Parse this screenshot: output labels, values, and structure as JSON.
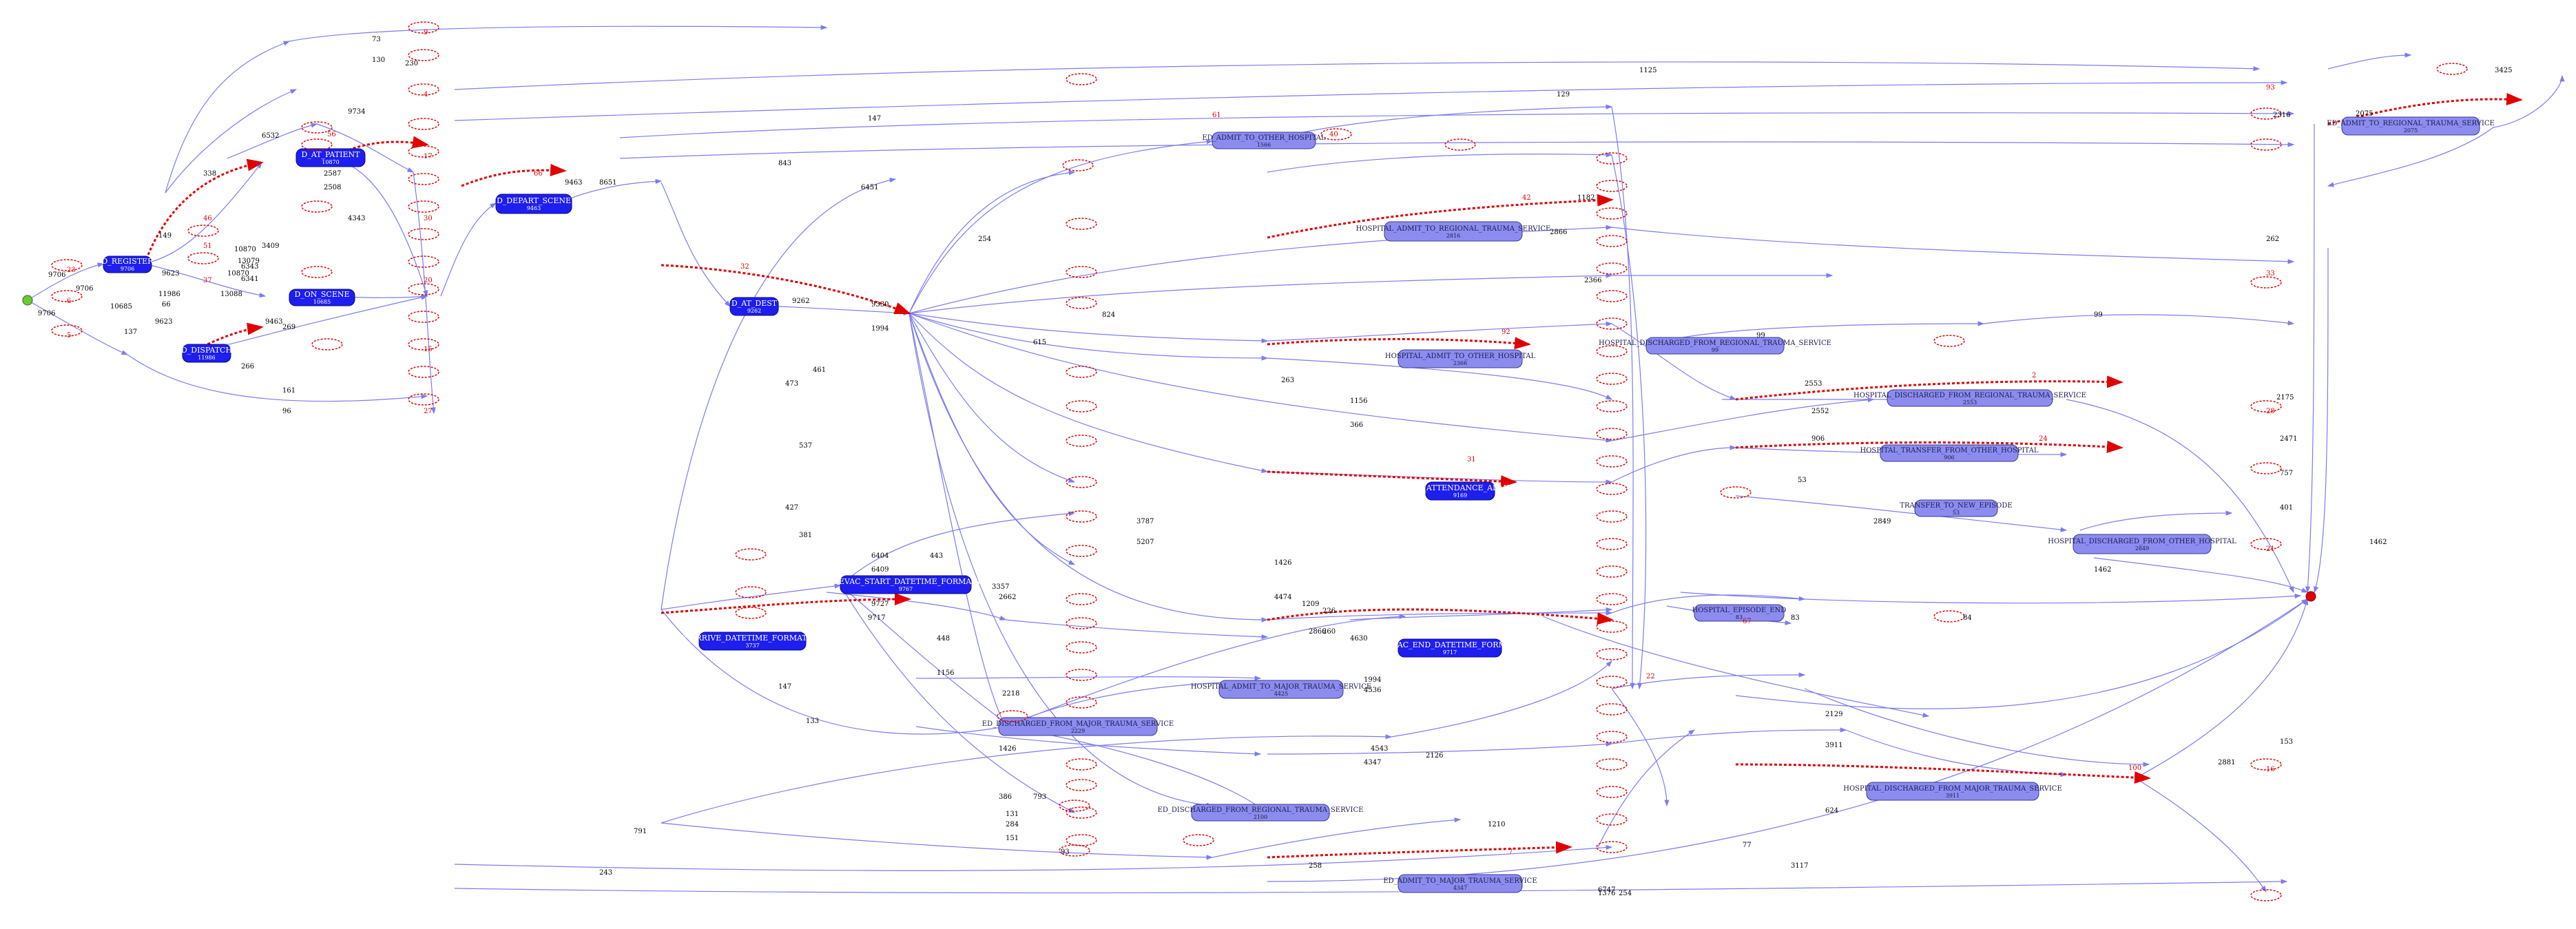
{
  "colors": {
    "primary_node": "#1e1ef0",
    "secondary_node": "#8c8cf0",
    "edge_blue": "#7c7cf0",
    "edge_red": "#e00000",
    "start": "#66cc33",
    "end": "#e00000"
  },
  "nodes_primary": [
    {
      "id": "n1",
      "label": "D_REGISTER",
      "value": "9706"
    },
    {
      "id": "n2",
      "label": "D_AT_PATIENT",
      "value": "10870"
    },
    {
      "id": "n3",
      "label": "D_ON_SCENE",
      "value": "10685"
    },
    {
      "id": "n4",
      "label": "D_DISPATCH",
      "value": "11986"
    },
    {
      "id": "n5",
      "label": "D_DEPART_SCENE",
      "value": "9463"
    },
    {
      "id": "n6",
      "label": "D_AT_DEST",
      "value": "9262"
    },
    {
      "id": "n7",
      "label": "DISEVAC_START_DATETIME_FORMATTE",
      "value": "9767"
    },
    {
      "id": "n8",
      "label": "E_ARRIVE_DATETIME_FORMATTED",
      "value": "3737"
    },
    {
      "id": "n9",
      "label": "ED_ATTENDANCE_ADMI",
      "value": "9169"
    },
    {
      "id": "n10",
      "label": "DISEVAC_END_DATETIME_FORMATTE",
      "value": "9717"
    }
  ],
  "nodes_secondary": [
    {
      "id": "s1",
      "label": "ED_ADMIT_TO_OTHER_HOSPITAL",
      "value": "1566"
    },
    {
      "id": "s2",
      "label": "HOSPITAL_ADMIT_TO_REGIONAL_TRAUMA_SERVICE",
      "value": "2816"
    },
    {
      "id": "s3",
      "label": "HOSPITAL_ADMIT_TO_OTHER_HOSPITAL",
      "value": "2366"
    },
    {
      "id": "s4",
      "label": "HOSPITAL_DISCHARGED_FROM_REGIONAL_TRAUMA_SERVICE",
      "value": "99"
    },
    {
      "id": "s5",
      "label": "HOSPITAL_DISCHARGED_FROM_REGIONAL_TRAUMA_SERVICE",
      "value": "2553"
    },
    {
      "id": "s6",
      "label": "HOSPITAL_TRANSFER_FROM_OTHER_HOSPITAL",
      "value": "906"
    },
    {
      "id": "s7",
      "label": "TRANSFER_TO_NEW_EPISODE",
      "value": "53"
    },
    {
      "id": "s8",
      "label": "HOSPITAL_DISCHARGED_FROM_OTHER_HOSPITAL",
      "value": "2849"
    },
    {
      "id": "s9",
      "label": "HOSPITAL_EPISODE_END",
      "value": "83"
    },
    {
      "id": "s10",
      "label": "HOSPITAL_ADMIT_TO_MAJOR_TRAUMA_SERVICE",
      "value": "4425"
    },
    {
      "id": "s11",
      "label": "ED_DISCHARGED_FROM_MAJOR_TRAUMA_SERVICE",
      "value": "2229"
    },
    {
      "id": "s12",
      "label": "ED_DISCHARGED_FROM_REGIONAL_TRAUMA_SERVICE",
      "value": "2100"
    },
    {
      "id": "s13",
      "label": "HOSPITAL_DISCHARGED_FROM_MAJOR_TRAUMA_SERVICE",
      "value": "3911"
    },
    {
      "id": "s14",
      "label": "ED_ADMIT_TO_MAJOR_TRAUMA_SERVICE",
      "value": "4347"
    },
    {
      "id": "s15",
      "label": "ED_ADMIT_TO_REGIONAL_TRAUMA_SERVICE",
      "value": "2075"
    }
  ],
  "edge_labels": {
    "left": [
      "9706",
      "9706",
      "9706",
      "10685",
      "10870",
      "10870",
      "13079",
      "13088",
      "11986",
      "9463",
      "9623",
      "9623",
      "269",
      "266",
      "66",
      "161",
      "96",
      "338",
      "149",
      "6343",
      "6341",
      "6532",
      "3409",
      "2587",
      "2508",
      "9734",
      "4343",
      "73",
      "130",
      "230",
      "137"
    ],
    "middle": [
      "9463",
      "8651",
      "9262",
      "9330",
      "147",
      "6451",
      "1994",
      "6404",
      "6409",
      "9727",
      "9717",
      "3357",
      "2662",
      "2218",
      "1426",
      "3787",
      "5207",
      "1426",
      "4474",
      "1209",
      "226",
      "260",
      "4630",
      "1994",
      "4536",
      "4543",
      "4347",
      "258",
      "791",
      "243",
      "93",
      "793",
      "284",
      "151",
      "131",
      "133",
      "147",
      "381",
      "386",
      "461",
      "537",
      "427",
      "443",
      "448",
      "1156",
      "843",
      "615",
      "824",
      "473",
      "254",
      "263",
      "1156",
      "366",
      "2866",
      "2126",
      "1210",
      "6747"
    ],
    "right": [
      "2316",
      "2075",
      "1125",
      "3425",
      "129",
      "1182",
      "2866",
      "2366",
      "99",
      "2553",
      "2552",
      "906",
      "53",
      "2849",
      "1462",
      "83",
      "84",
      "2129",
      "3911",
      "2881",
      "624",
      "1462",
      "153",
      "99",
      "2471",
      "757",
      "401",
      "262",
      "2175",
      "1376",
      "3117",
      "77",
      "254"
    ],
    "red": [
      "56",
      "66",
      "32",
      "61",
      "40",
      "42",
      "92",
      "31",
      "67",
      "22",
      "7",
      "2",
      "24",
      "100",
      "93",
      "46",
      "51",
      "37",
      "23",
      "6",
      "5",
      "9",
      "4",
      "17",
      "30",
      "20",
      "15",
      "27",
      "33",
      "28",
      "21",
      "16"
    ]
  }
}
